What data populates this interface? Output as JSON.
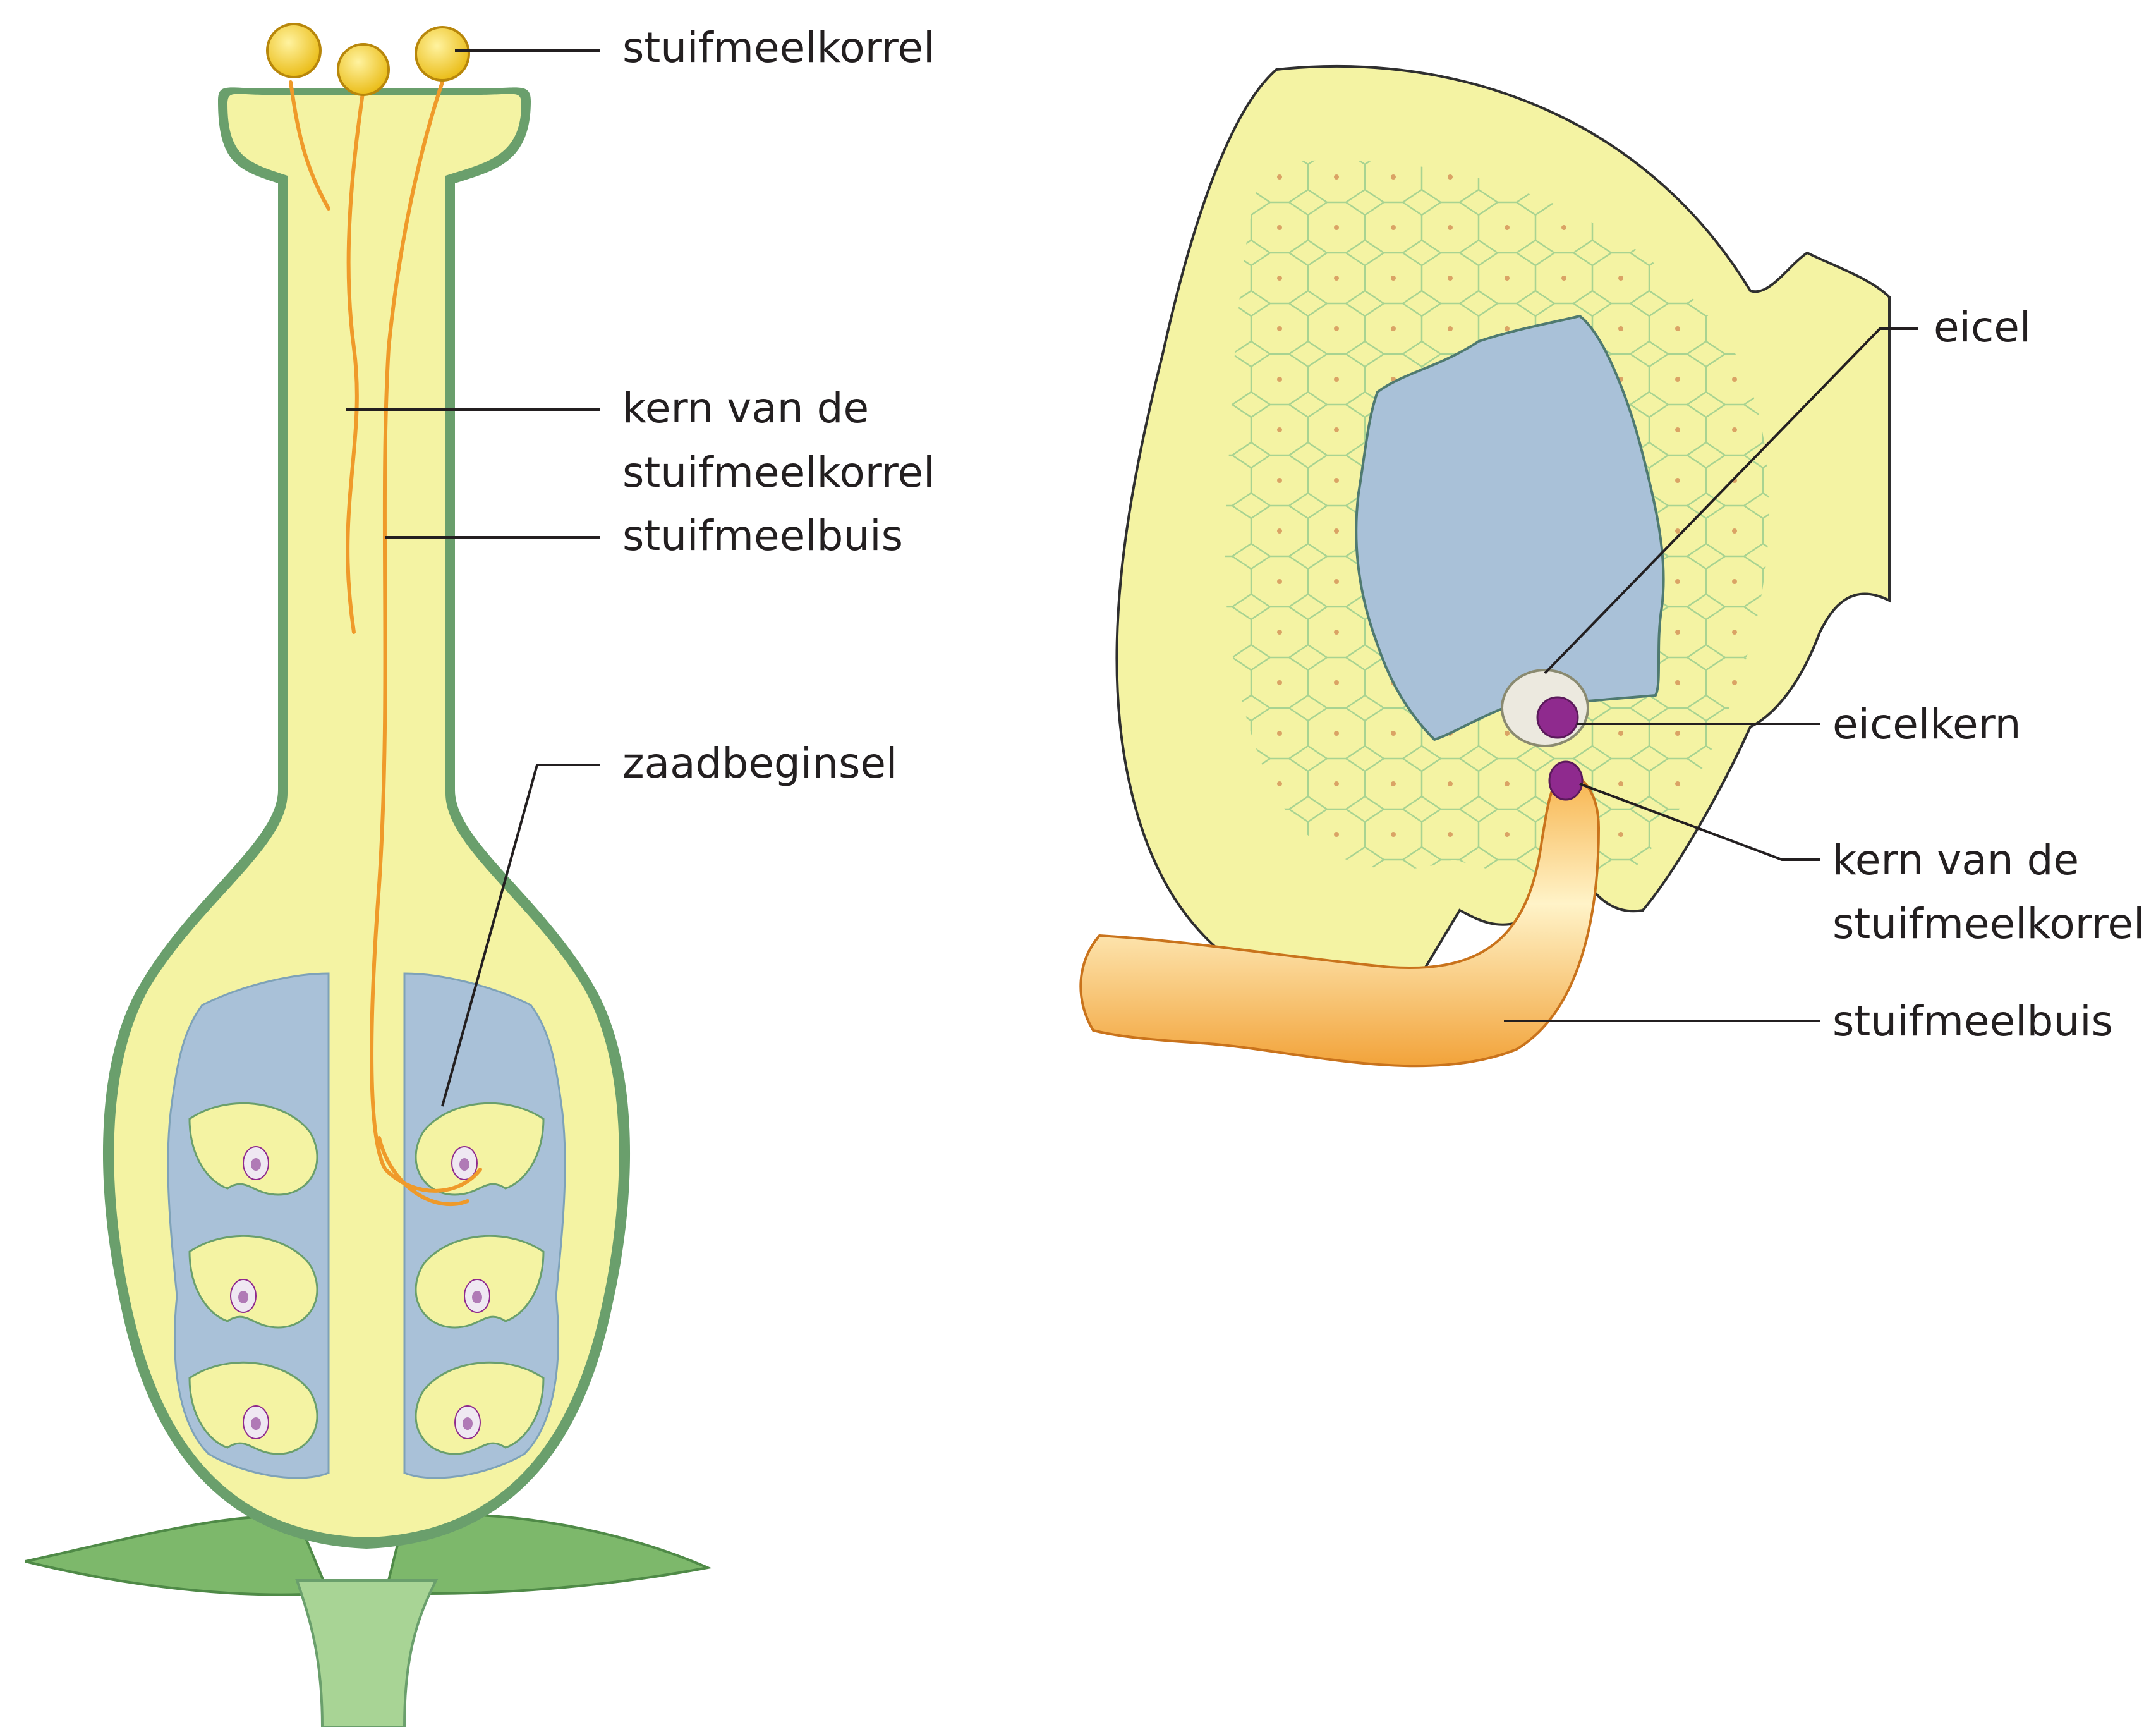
{
  "colors": {
    "tissue_yellow": "#f4f3a3",
    "cavity_blue": "#a9c1d8",
    "outline_green": "#6a9f6c",
    "leaf_green": "#7db86b",
    "stem_green": "#a8d495",
    "pollen_yellow": "#f6cc1e",
    "pollen_tube_orange": "#ef9a2a",
    "nucleus_purple": "#8f2a8e",
    "egg_cell_white": "#ece9df"
  },
  "left_diagram": {
    "labels": {
      "pollen_grain": "stuifmeelkorrel",
      "pollen_nucleus_line1": "kern van de",
      "pollen_nucleus_line2": "stuifmeelkorrel",
      "pollen_tube": "stuifmeelbuis",
      "ovule": "zaadbeginsel"
    }
  },
  "right_diagram": {
    "labels": {
      "egg_cell": "eicel",
      "egg_nucleus": "eicelkern",
      "pollen_nucleus_line1": "kern van de",
      "pollen_nucleus_line2": "stuifmeelkorrel",
      "pollen_tube": "stuifmeelbuis"
    }
  }
}
